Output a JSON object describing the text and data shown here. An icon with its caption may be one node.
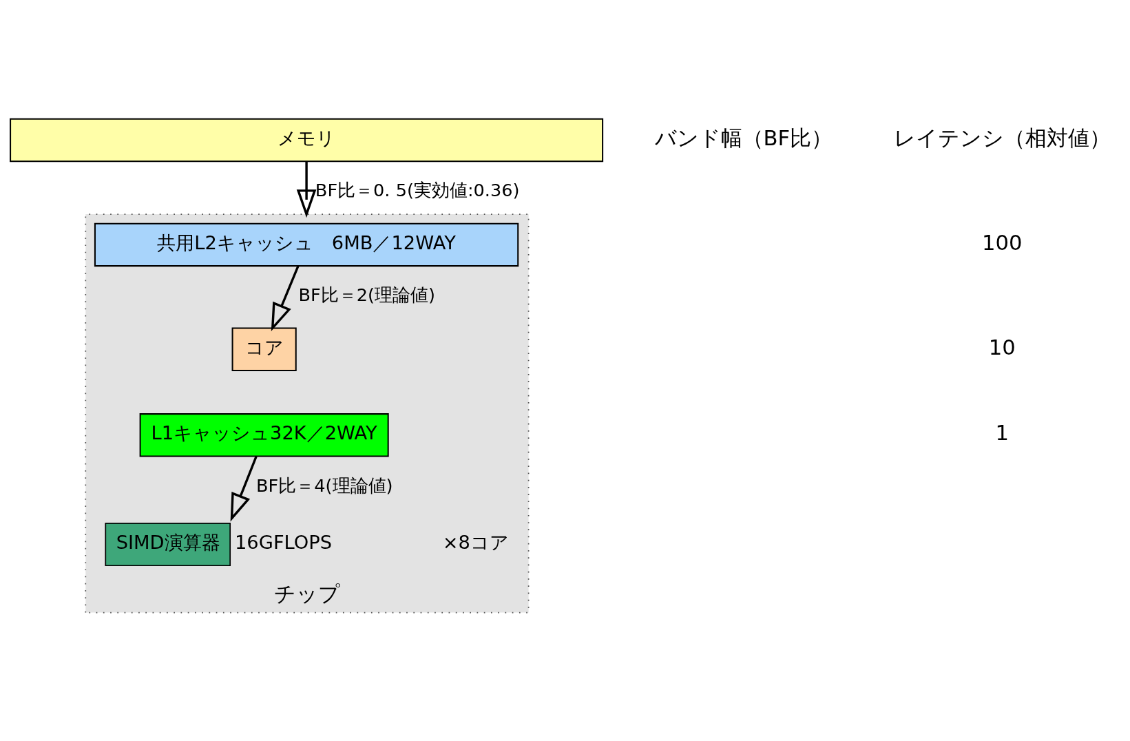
{
  "diagram": {
    "nodes": [
      {
        "text": [
          "メモリ"
        ]
      },
      {
        "text": [
          "チップ"
        ]
      },
      {
        "text": [
          "共用L2キャッシュ　6MB／12WAY"
        ],
        "in": 1
      },
      {
        "text": [
          "コア"
        ],
        "in": 1
      },
      {
        "text": [
          "L1キャッシュ32K／2WAY"
        ],
        "in": 1
      },
      {
        "text": [
          "SIMD演算器"
        ],
        "in": 1,
        "beside": [
          "16GFLOPS"
        ]
      }
    ],
    "edges": [
      {
        "from": 0,
        "to": 1,
        "arrow": "to",
        "label": "BF比＝0. 5(実効値:0.36)"
      },
      {
        "from": 2,
        "to": 3,
        "arrow": "to",
        "label": "BF比＝2(理論値)"
      },
      {
        "from": 4,
        "to": 5,
        "arrow": "to",
        "label": "BF比＝4(理論値)"
      }
    ],
    "labels": [
      "バンド幅（BF比）",
      "レイテンシ（相対値）",
      "100",
      "10",
      "1",
      "×8コア"
    ]
  }
}
